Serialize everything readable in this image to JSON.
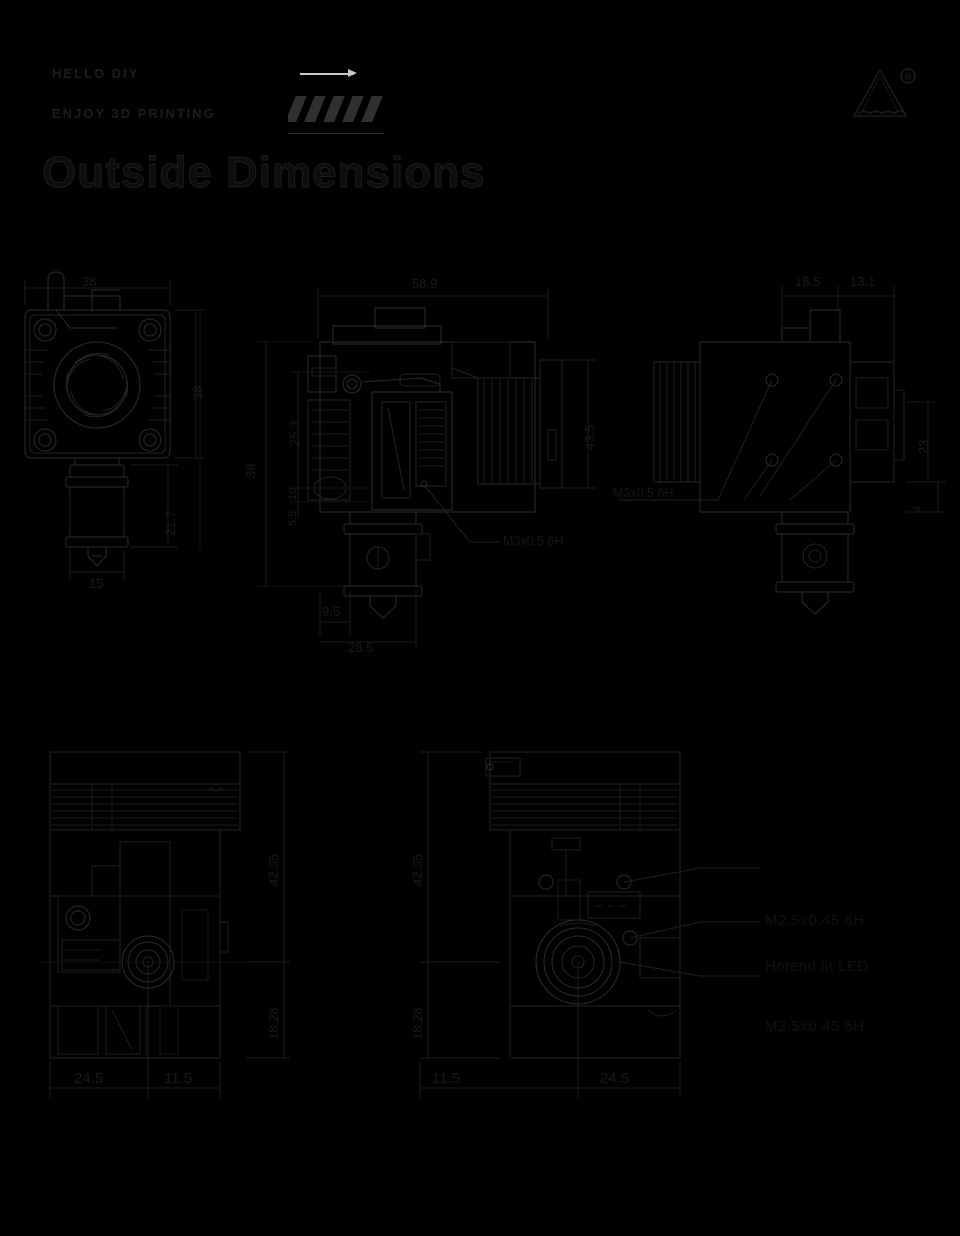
{
  "header": {
    "tagline_1": "HELLO DIY",
    "tagline_2": "ENJOY 3D PRINTING",
    "arrow_icon": "arrow-right-icon",
    "stripes_icon": "diagonal-stripes-icon",
    "logo_icon": "brand-mountain-logo",
    "logo_trademark": "®"
  },
  "page_title": "Outside Dimensions",
  "views": {
    "front_fan": {
      "name": "front-fan-view",
      "dimensions": {
        "width_top": "38",
        "height_right": "38",
        "nozzle_height": "21.7",
        "nozzle_width": "15"
      }
    },
    "side_left": {
      "name": "left-side-view",
      "dimensions": {
        "overall_length": "58.9",
        "height_outer": "38",
        "height_inner": "25.3",
        "small_a": "10",
        "small_b": "5.5",
        "height_right": "43.5",
        "offset_bottom": "9.5",
        "width_bottom": "28.5"
      },
      "callouts": [
        {
          "text": "M3x0.5 6H"
        }
      ]
    },
    "side_right": {
      "name": "right-side-view",
      "dimensions": {
        "width_a": "18.5",
        "width_b": "13.1",
        "height_main": "23",
        "height_small": "4"
      },
      "callouts": [
        {
          "text": "M3x0.5 6H"
        }
      ]
    },
    "rear_left": {
      "name": "rear-left-view",
      "dimensions": {
        "height_total": "42.35",
        "height_lower": "18.28",
        "width_left": "24.5",
        "width_right": "11.5"
      }
    },
    "rear_right": {
      "name": "rear-right-view",
      "dimensions": {
        "height_total": "42.35",
        "height_lower": "18.28",
        "width_left": "11.5",
        "width_right": "24.5"
      },
      "callouts": [
        {
          "text": "M2.5x0.45 6H"
        },
        {
          "text": "Hotend lit LED"
        },
        {
          "text": "M2.5x0.45 6H"
        }
      ]
    }
  },
  "colors": {
    "background": "#000000",
    "line": "#2b2b2b",
    "line_dim": "#242424",
    "text": "#1a1a1a",
    "accent": "#c9c9c9"
  }
}
